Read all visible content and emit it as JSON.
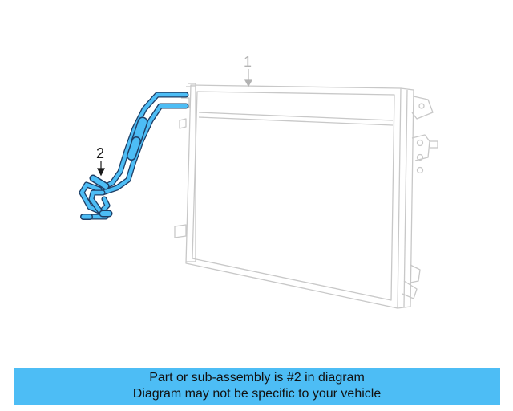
{
  "callouts": {
    "radiator_number": "1",
    "cooler_line_number": "2"
  },
  "banner": {
    "line1": "Part or sub-assembly is #2 in diagram",
    "line2": "Diagram may not be specific to your vehicle"
  },
  "colors": {
    "highlight_part": "#4dbdf5",
    "faded_part": "#c8c8c8",
    "banner_background": "#4dbdf5"
  }
}
